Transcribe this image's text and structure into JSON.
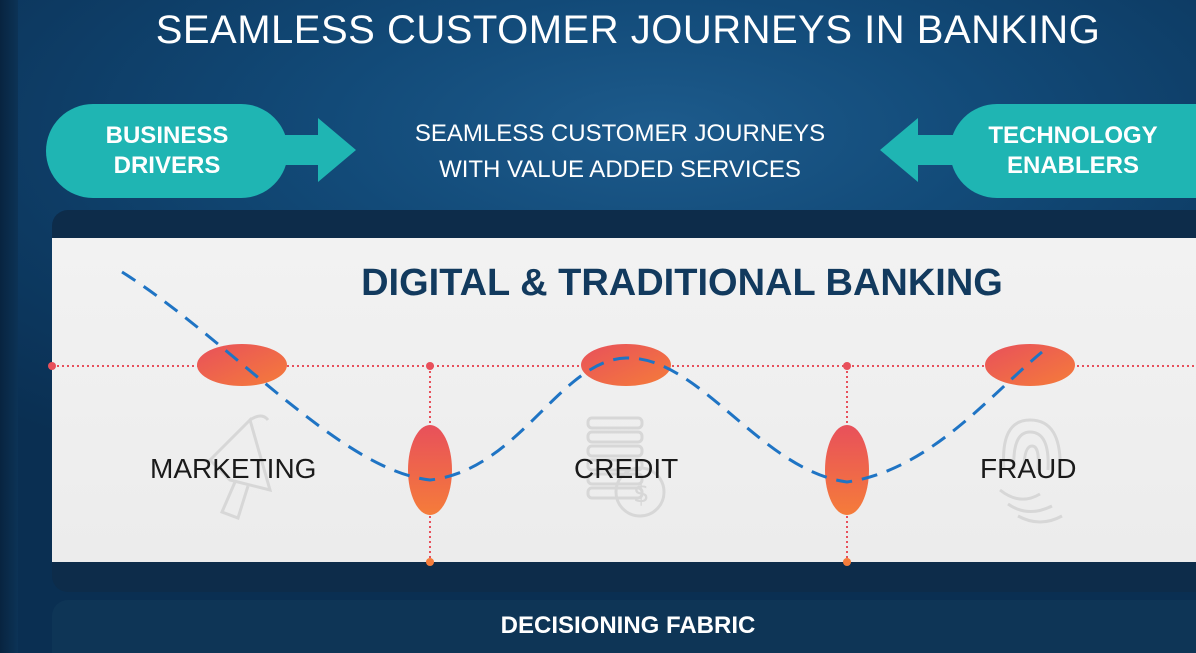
{
  "title": "SEAMLESS CUSTOMER JOURNEYS IN BANKING",
  "left_pill": {
    "line1": "BUSINESS",
    "line2": "DRIVERS"
  },
  "right_pill": {
    "line1": "TECHNOLOGY",
    "line2": "ENABLERS"
  },
  "center": {
    "line1": "SEAMLESS CUSTOMER JOURNEYS",
    "line2": "WITH VALUE ADDED SERVICES"
  },
  "panel_title": "DIGITAL & TRADITIONAL BANKING",
  "areas": [
    "MARKETING",
    "CREDIT",
    "FRAUD"
  ],
  "footer_label": "DECISIONING FABRIC",
  "colors": {
    "background": "#124a78",
    "teal": "#1fb5b3",
    "panel": "#efefef",
    "navy_text": "#123a5e",
    "dashed_curve": "#1f74c4",
    "dotted_lines": "#e8505b",
    "node_gradient_start": "#e8505b",
    "node_gradient_end": "#f57c3a"
  },
  "icons": [
    "megaphone-icon",
    "coin-stack-icon",
    "fingerprint-icon",
    "arrow-right-icon",
    "arrow-left-icon"
  ]
}
